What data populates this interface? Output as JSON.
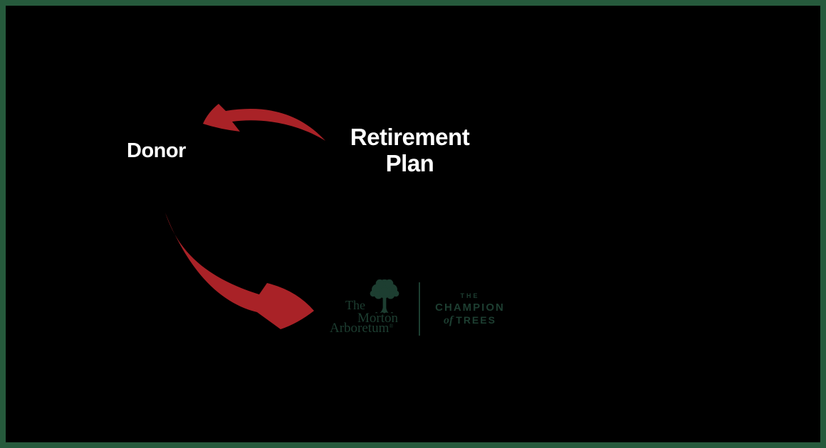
{
  "frame": {
    "background_color": "#000000",
    "border_color": "#265A3C"
  },
  "diagram": {
    "donor": {
      "label": "Donor"
    },
    "retirement_plan": {
      "line1": "Retirement",
      "line2": "Plan"
    },
    "arrows": {
      "color": "#A92227",
      "top_arrow": "retirement-plan-to-donor",
      "bottom_arrow": "donor-to-morton-arboretum"
    },
    "text_color": "#FFFFFF"
  },
  "logo": {
    "color": "#1D3E31",
    "wordmark": {
      "line1": "The",
      "line2": "Morton",
      "line3": "Arboretum",
      "registered": "®"
    },
    "tagline": {
      "line1": "THE",
      "line2": "CHAMPION",
      "line3_of": "of",
      "line3_trees": "TREES"
    }
  }
}
